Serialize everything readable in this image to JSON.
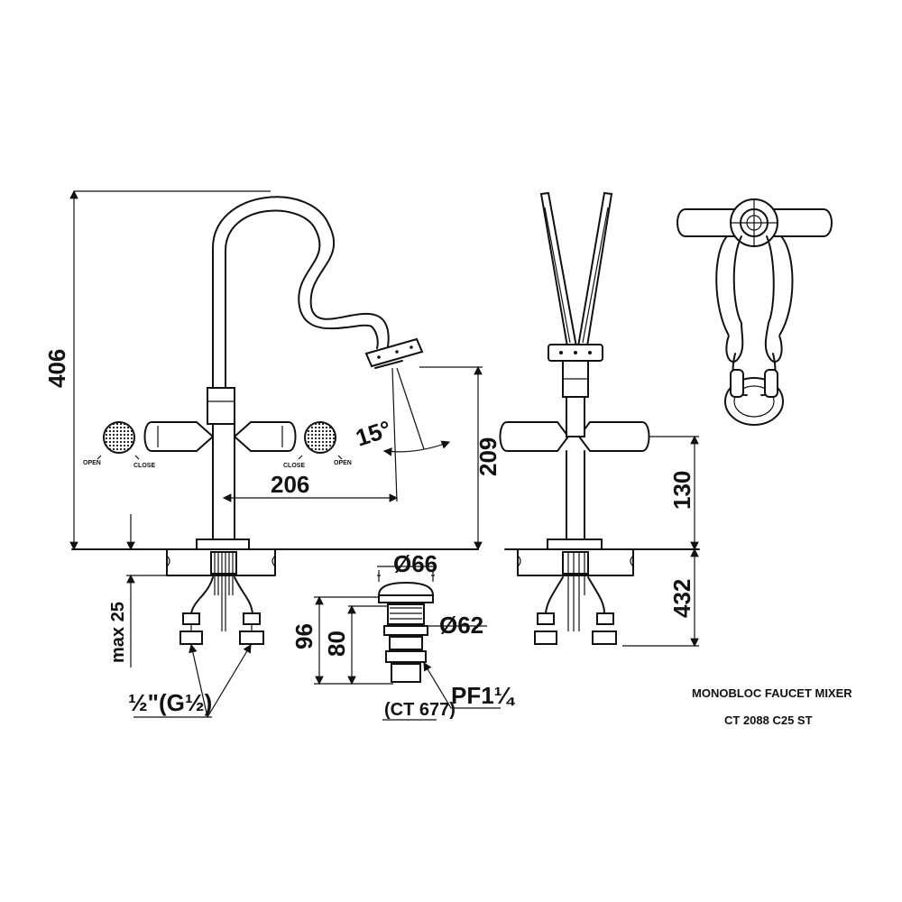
{
  "dimensions": {
    "height_total": "406",
    "spout_reach": "206",
    "spout_height": "209",
    "angle": "15°",
    "handle_height": "130",
    "below_deck": "432",
    "max_deck": "max 25",
    "waste_height_total": "96",
    "waste_height_body": "80",
    "waste_top_dia": "Ø66",
    "waste_body_dia": "Ø62",
    "waste_thread": "PF1¼",
    "inlet_thread": "½\"(G½)"
  },
  "handle_labels": {
    "open": "OPEN",
    "close": "CLOSE"
  },
  "waste_code": "(CT 677)",
  "title": {
    "line1": "MONOBLOC FAUCET MIXER",
    "line2": "CT 2088 C25 ST"
  }
}
